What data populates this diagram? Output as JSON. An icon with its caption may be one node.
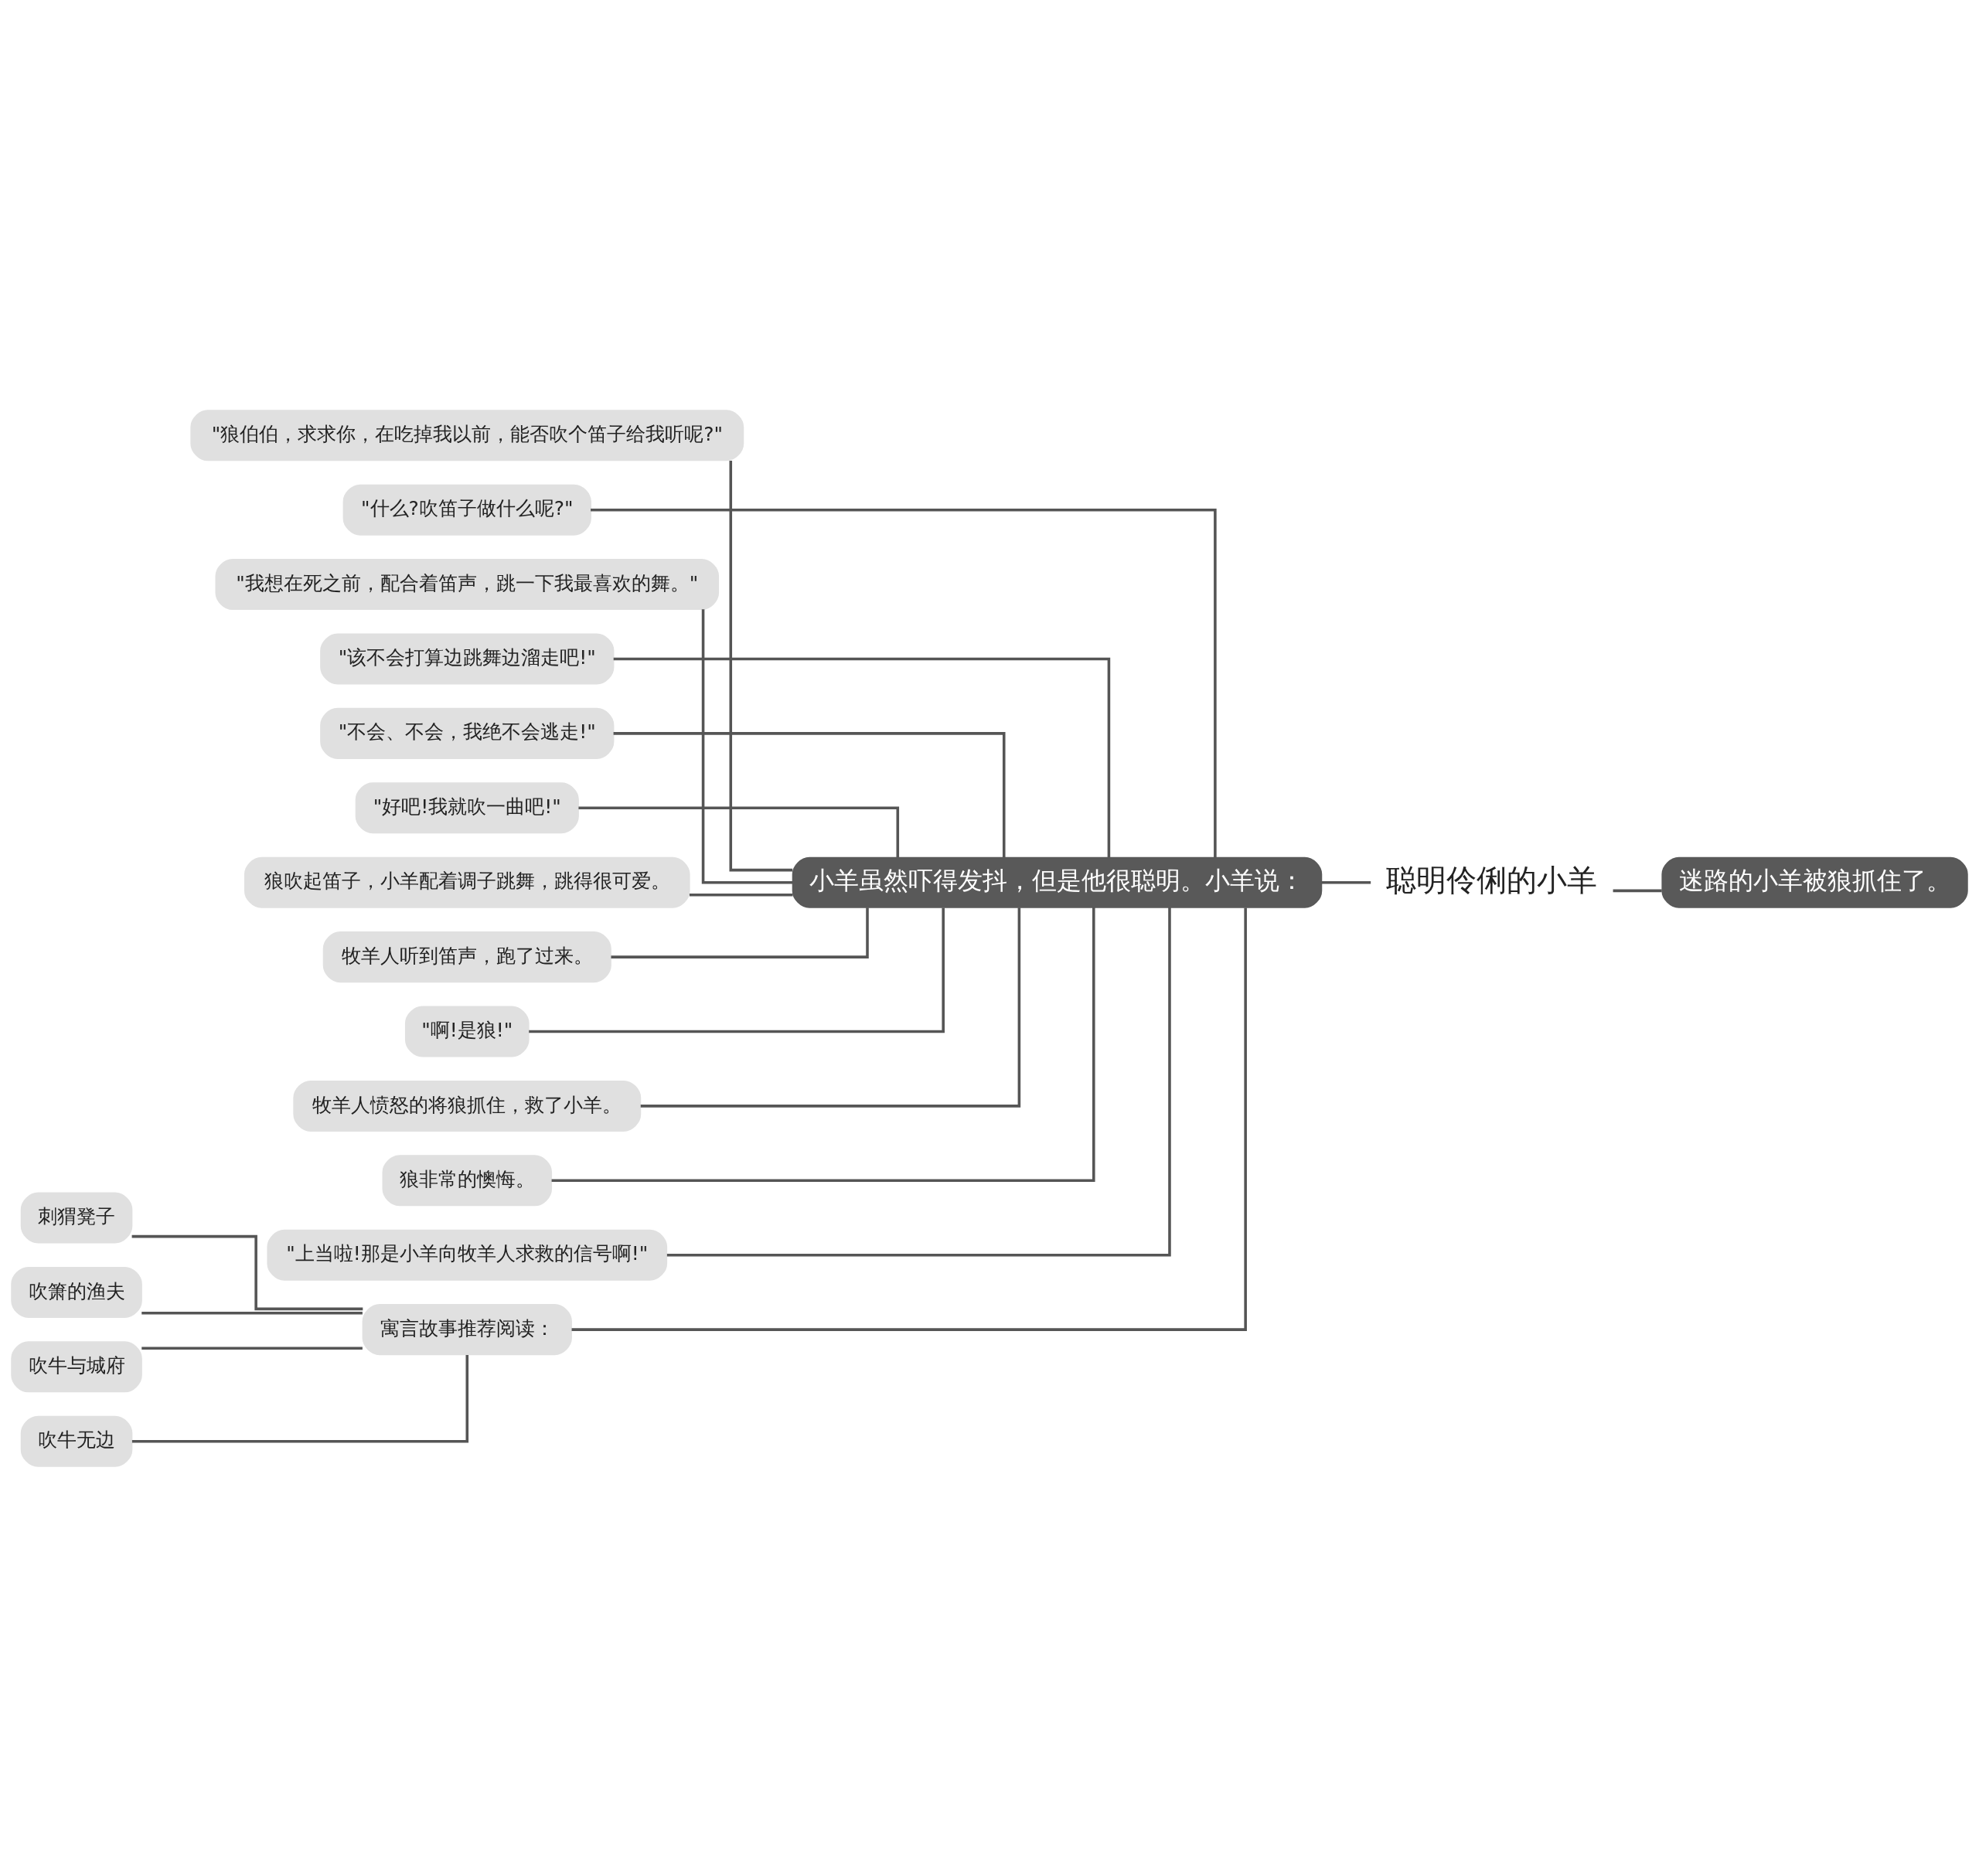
{
  "diagram": {
    "nodes": [
      {
        "text": [
          "聪明伶俐的小羊"
        ]
      },
      {
        "text": [
          "迷路的小羊被狼抓住了。"
        ]
      },
      {
        "text": [
          "小羊虽然吓得发抖，但是他很聪明。小羊说："
        ]
      },
      {
        "text": [
          "\"狼伯伯，求求你，在吃掉我以前，能否吹个笛子给我听呢?\""
        ]
      },
      {
        "text": [
          "\"什么?吹笛子做什么呢?\""
        ]
      },
      {
        "text": [
          "\"我想在死之前，配合着笛声，跳一下我最喜欢的舞。\""
        ]
      },
      {
        "text": [
          "\"该不会打算边跳舞边溜走吧!\""
        ]
      },
      {
        "text": [
          "\"不会、不会，我绝不会逃走!\""
        ]
      },
      {
        "text": [
          "\"好吧!我就吹一曲吧!\""
        ]
      },
      {
        "text": [
          "狼吹起笛子，小羊配着调子跳舞，跳得很可爱。"
        ]
      },
      {
        "text": [
          "牧羊人听到笛声，跑了过来。"
        ]
      },
      {
        "text": [
          "\"啊!是狼!\""
        ]
      },
      {
        "text": [
          "牧羊人愤怒的将狼抓住，救了小羊。"
        ]
      },
      {
        "text": [
          "狼非常的懊悔。"
        ]
      },
      {
        "text": [
          "\"上当啦!那是小羊向牧羊人求救的信号啊!\""
        ]
      },
      {
        "text": [
          "寓言故事推荐阅读："
        ]
      },
      {
        "text": [
          "刺猬凳子"
        ]
      },
      {
        "text": [
          "吹箫的渔夫"
        ]
      },
      {
        "text": [
          "吹牛与城府"
        ]
      },
      {
        "text": [
          "吹牛无边"
        ]
      }
    ],
    "edges": [
      {
        "from": 0,
        "to": 1,
        "arrow": "none"
      },
      {
        "from": 0,
        "to": 2,
        "arrow": "none"
      },
      {
        "from": 2,
        "to": 3,
        "arrow": "none"
      },
      {
        "from": 2,
        "to": 4,
        "arrow": "none"
      },
      {
        "from": 2,
        "to": 5,
        "arrow": "none"
      },
      {
        "from": 2,
        "to": 6,
        "arrow": "none"
      },
      {
        "from": 2,
        "to": 7,
        "arrow": "none"
      },
      {
        "from": 2,
        "to": 8,
        "arrow": "none"
      },
      {
        "from": 2,
        "to": 9,
        "arrow": "none"
      },
      {
        "from": 2,
        "to": 10,
        "arrow": "none"
      },
      {
        "from": 2,
        "to": 11,
        "arrow": "none"
      },
      {
        "from": 2,
        "to": 12,
        "arrow": "none"
      },
      {
        "from": 2,
        "to": 13,
        "arrow": "none"
      },
      {
        "from": 2,
        "to": 14,
        "arrow": "none"
      },
      {
        "from": 2,
        "to": 15,
        "arrow": "none"
      },
      {
        "from": 15,
        "to": 16,
        "arrow": "none"
      },
      {
        "from": 15,
        "to": 17,
        "arrow": "none"
      },
      {
        "from": 15,
        "to": 18,
        "arrow": "none"
      },
      {
        "from": 15,
        "to": 19,
        "arrow": "none"
      }
    ]
  }
}
